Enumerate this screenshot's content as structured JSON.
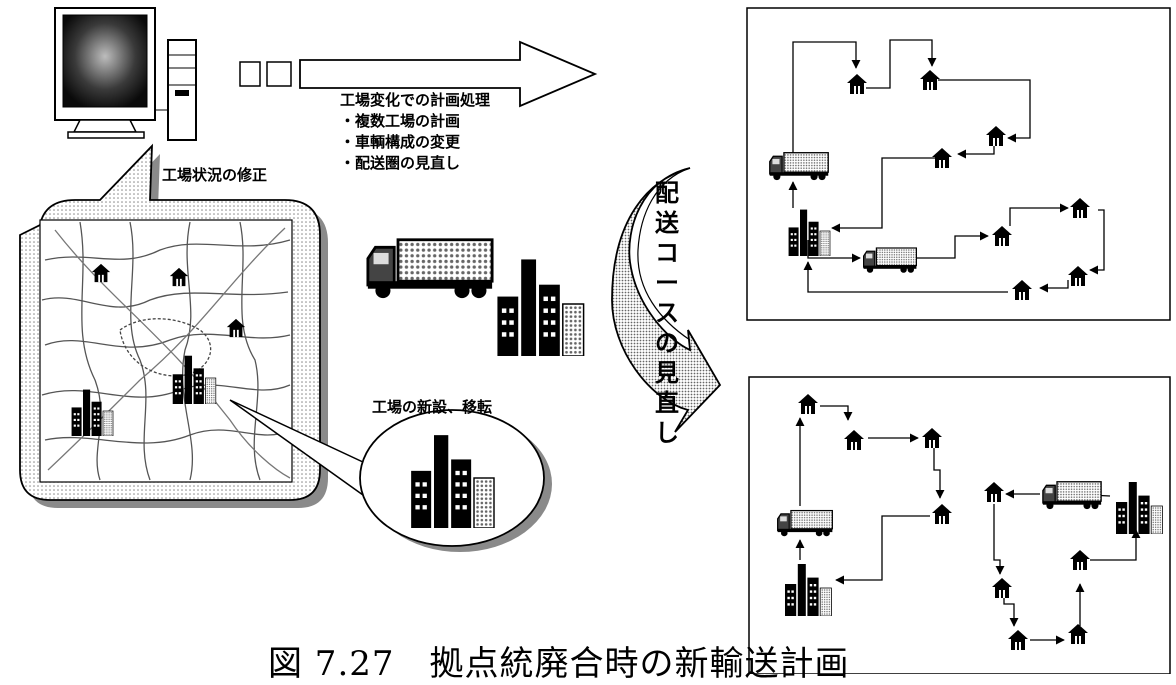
{
  "labels": {
    "factory_status_correction": "工場状況の修正",
    "plan_processing_title": "工場変化での計画処理",
    "plan_items": [
      "・複数工場の計画",
      "・車輌構成の変更",
      "・配送圏の見直し"
    ],
    "new_factory": "工場の新設、移転",
    "route_review_chars": [
      "配",
      "送",
      "コ",
      "ー",
      "ス",
      "の",
      "見",
      "直",
      "し"
    ],
    "caption": "図 7.27　拠点統廃合時の新輸送計画"
  },
  "colors": {
    "ink": "#000000",
    "halftone": "#9a9a9a",
    "paper": "#ffffff"
  },
  "icons": [
    "computer-monitor-icon",
    "computer-tower-icon",
    "house-icon",
    "factory-icon",
    "truck-icon",
    "big-arrow-icon"
  ]
}
